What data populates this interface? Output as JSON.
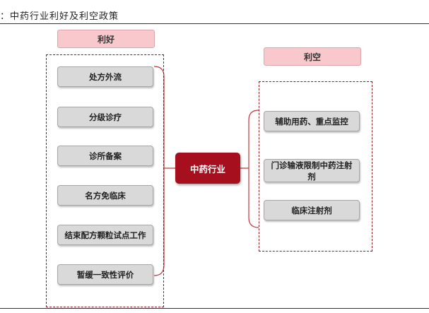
{
  "title": "：中药行业利好及利空政策",
  "positive": {
    "label": "利好",
    "items": [
      "处方外流",
      "分级诊疗",
      "诊所备案",
      "名方免临床",
      "结束配方颗粒试点工作",
      "暂缓一致性评价"
    ]
  },
  "center": {
    "label": "中药行业"
  },
  "negative": {
    "label": "利空",
    "items": [
      "辅助用药、重点监控",
      "门诊输液限制中药注射剂",
      "临床注射剂"
    ]
  },
  "colors": {
    "positive_header": "#f9c8cc",
    "center": "#a50f1e",
    "dashed_border": "#8b1a22",
    "connector": "#c0393f",
    "item_fill": "#d9d9d9"
  }
}
